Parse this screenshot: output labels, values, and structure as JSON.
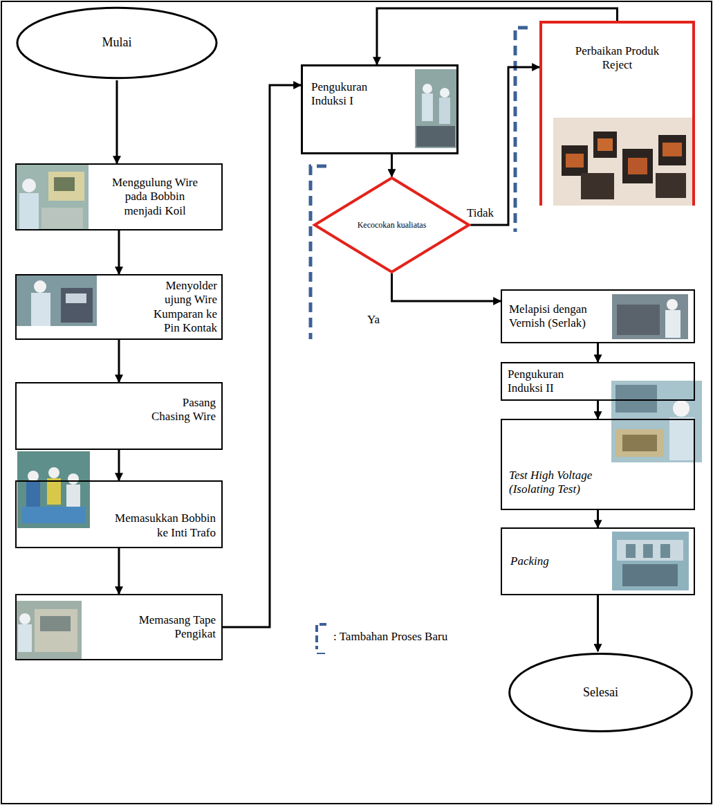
{
  "diagram": {
    "nodes": [
      {
        "text": [
          "Mulai"
        ]
      },
      {
        "text": [
          "Menggulung Wire pada Bobbin menjadi Koil"
        ]
      },
      {
        "text": [
          "Menyolder ujung Wire Kumparan ke Pin Kontak"
        ]
      },
      {
        "text": [
          "Pasang Chasing Wire"
        ]
      },
      {
        "text": [
          "Memasukkan Bobbin ke Inti Trafo"
        ]
      },
      {
        "text": [
          "Memasang Tape Pengikat"
        ]
      },
      {
        "text": [
          "Pengukuran Induksi I"
        ]
      },
      {
        "text": [
          "Kecocokan kualiatas"
        ]
      },
      {
        "text": [
          "Perbaikan Produk Reject"
        ]
      },
      {
        "text": [
          "Melapisi dengan Vernish (Serlak)"
        ]
      },
      {
        "text": [
          "Pengukuran Induksi II"
        ]
      },
      {
        "text": [
          "Test High Voltage (Isolating Test)"
        ]
      },
      {
        "text": [
          "Packing"
        ]
      },
      {
        "text": [
          "Selesai"
        ]
      }
    ],
    "edges": [
      {
        "from": 0,
        "to": 1,
        "arrow": "to"
      },
      {
        "from": 1,
        "to": 2,
        "arrow": "to"
      },
      {
        "from": 2,
        "to": 3,
        "arrow": "to"
      },
      {
        "from": 3,
        "to": 4,
        "arrow": "to"
      },
      {
        "from": 4,
        "to": 5,
        "arrow": "to"
      },
      {
        "from": 5,
        "to": 6,
        "arrow": "to"
      },
      {
        "from": 6,
        "to": 7,
        "arrow": "to"
      },
      {
        "from": 7,
        "to": 8,
        "label": "Tidak",
        "arrow": "to"
      },
      {
        "from": 8,
        "to": 6,
        "arrow": "to"
      },
      {
        "from": 7,
        "to": 9,
        "label": "Ya",
        "arrow": "to"
      },
      {
        "from": 9,
        "to": 10,
        "arrow": "to"
      },
      {
        "from": 10,
        "to": 11,
        "arrow": "to"
      },
      {
        "from": 11,
        "to": 12,
        "arrow": "to"
      },
      {
        "from": 12,
        "to": 13,
        "arrow": "to"
      }
    ],
    "legend": [
      {
        "text": ": Tambahan Proses Baru"
      }
    ]
  }
}
